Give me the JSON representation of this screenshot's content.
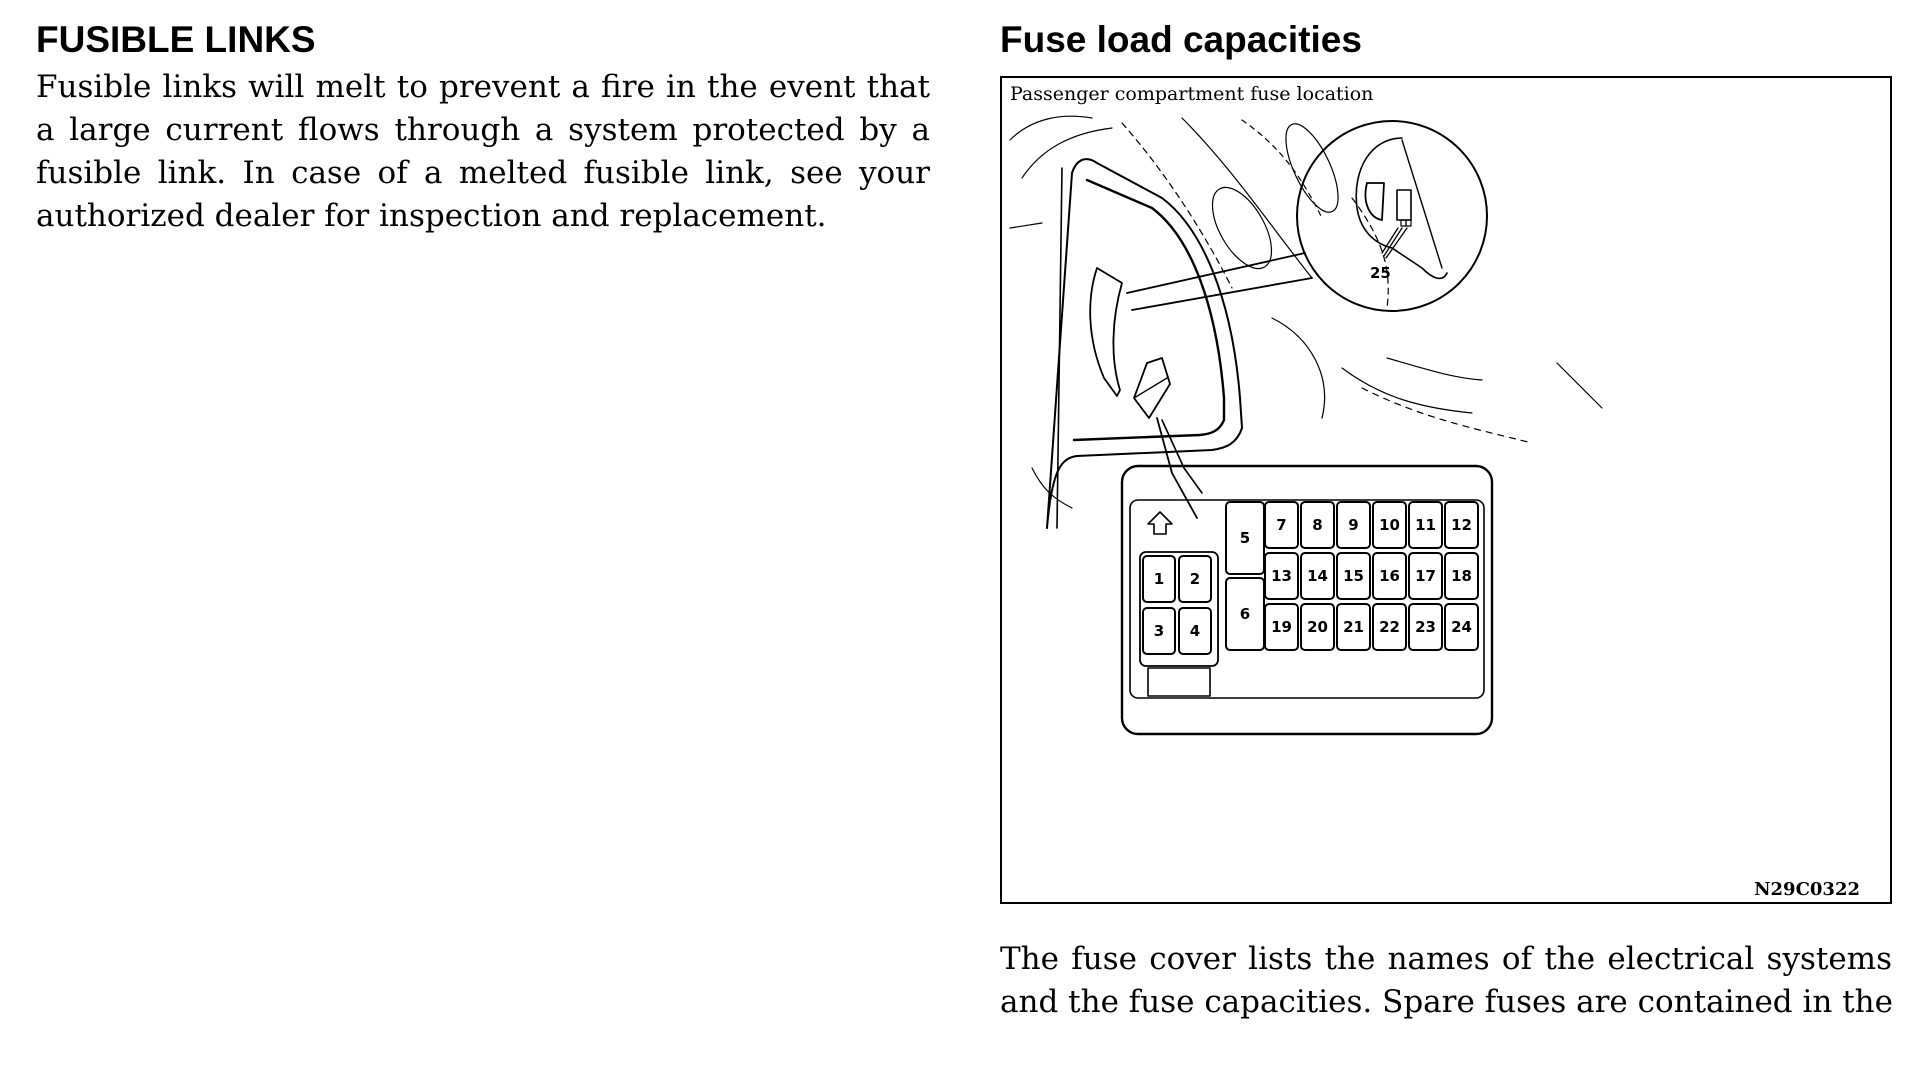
{
  "left": {
    "heading": "FUSIBLE LINKS",
    "paragraph_lines": [
      "Fusible links will melt to prevent a fire in the event that",
      "a large current flows through a system protected by a",
      "fusible link. In case of a melted fusible link, see your",
      "authorized dealer for inspection and replacement."
    ]
  },
  "right": {
    "heading": "Fuse load capacities",
    "figure": {
      "caption": "Passenger compartment fuse location",
      "code": "N29C0322",
      "callout_label": "25",
      "fuses": [
        "1",
        "2",
        "3",
        "4",
        "5",
        "6",
        "7",
        "8",
        "9",
        "10",
        "11",
        "12",
        "13",
        "14",
        "15",
        "16",
        "17",
        "18",
        "19",
        "20",
        "21",
        "22",
        "23",
        "24"
      ]
    },
    "paragraph_lines": [
      "The fuse cover lists the names of the electrical systems",
      "and the fuse capacities. Spare fuses are contained in the"
    ]
  }
}
